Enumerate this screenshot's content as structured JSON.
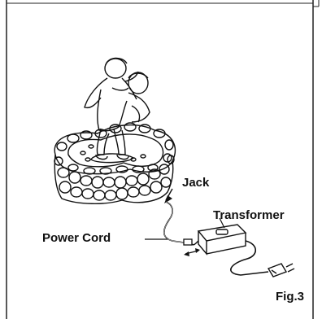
{
  "labels": {
    "jack": "Jack",
    "transformer": "Transformer",
    "power_cord": "Power Cord",
    "figure": "Fig.3"
  },
  "colors": {
    "line": "#111111",
    "background": "#ffffff"
  },
  "icons": [
    "fountain-statue",
    "stone-basin",
    "transformer-box",
    "plug",
    "cord-arrow"
  ]
}
